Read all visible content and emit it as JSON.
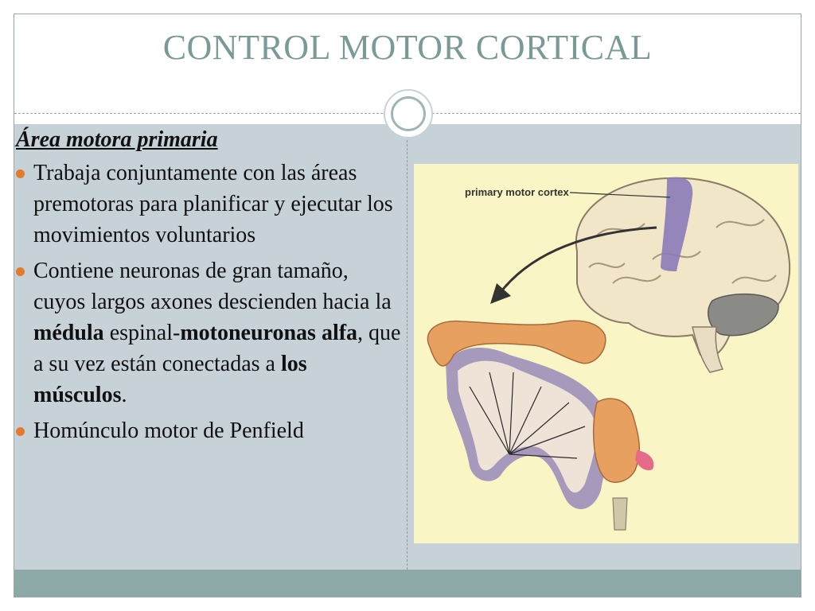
{
  "slide": {
    "title": "CONTROL MOTOR CORTICAL",
    "heading": "Área motora primaria",
    "bullets": [
      {
        "parts": [
          {
            "t": "Trabaja conjuntamente con las áreas premotoras para planificar y ejecutar los movimientos voluntarios",
            "b": false
          }
        ]
      },
      {
        "parts": [
          {
            "t": "Contiene neuronas de gran tamaño, cuyos largos axones descienden hacia la ",
            "b": false
          },
          {
            "t": "médula",
            "b": true
          },
          {
            "t": " espinal-",
            "b": false
          },
          {
            "t": "motoneuronas alfa",
            "b": true
          },
          {
            "t": ", que a su vez están conectadas a ",
            "b": false
          },
          {
            "t": "los músculos",
            "b": true
          },
          {
            "t": ".",
            "b": false
          }
        ]
      },
      {
        "parts": [
          {
            "t": "Homúnculo motor de Penfield",
            "b": false
          }
        ]
      }
    ]
  },
  "figure": {
    "label": "primary motor cortex"
  },
  "colors": {
    "title": "#7a9a98",
    "bullet": "#e37a2c",
    "panel": "#c6d2d8",
    "footer": "#8eaaa8",
    "figure_bg": "#faf5c4",
    "cortex": "#8a7ab8"
  }
}
